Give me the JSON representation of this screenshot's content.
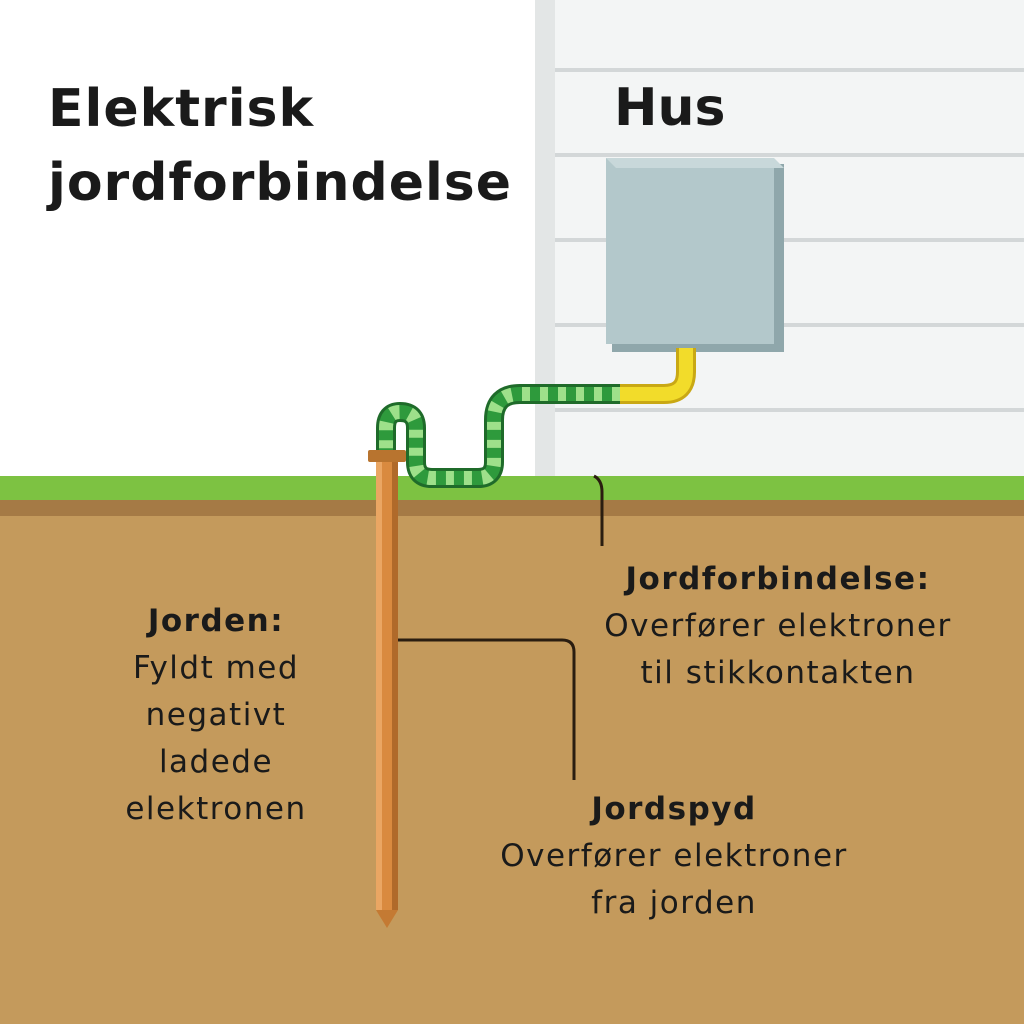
{
  "title": {
    "line1": "Elektrisk",
    "line2": "jordforbindelse"
  },
  "house_label": "Hus",
  "labels": {
    "ground": {
      "heading": "Jorden:",
      "lines": [
        "Fyldt med",
        "negativt",
        "ladede",
        "elektronen"
      ]
    },
    "connection": {
      "heading": "Jordforbindelse:",
      "lines": [
        "Overfører elektroner",
        "til stikkontakten"
      ]
    },
    "rod": {
      "heading": "Jordspyd",
      "lines": [
        "Overfører elektroner",
        "fra jorden"
      ]
    }
  },
  "colors": {
    "grass": "#7dc242",
    "soil": "#c49a5c",
    "rod": "#d98a3f",
    "box": "#b3c8cb",
    "cable_green": "#2e9a3c",
    "cable_yellow": "#f2dc2a"
  }
}
